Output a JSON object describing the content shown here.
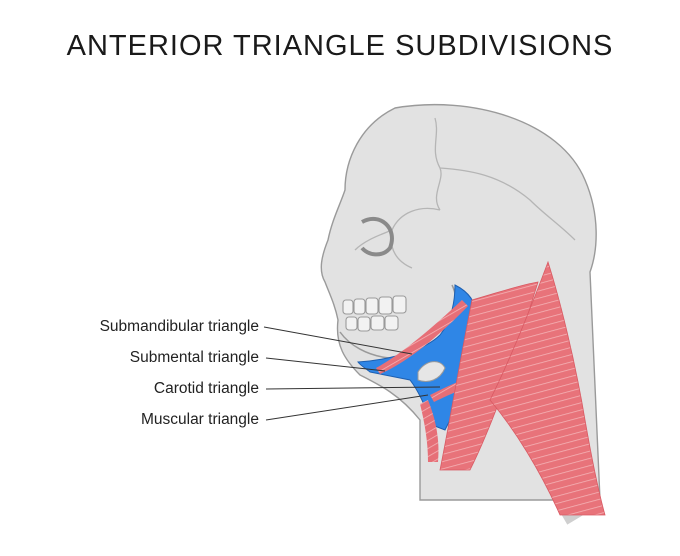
{
  "title": "ANTERIOR TRIANGLE SUBDIVISIONS",
  "labels": [
    "Submandibular triangle",
    "Submental triangle",
    "Carotid triangle",
    "Muscular triangle"
  ],
  "colors": {
    "skull": "#e2e2e2",
    "skull_outline": "#9a9a9a",
    "muscle": "#e8737a",
    "muscle_stripe": "#f4b3b6",
    "triangle_region": "#2f86e6",
    "leader_line": "#333333"
  }
}
